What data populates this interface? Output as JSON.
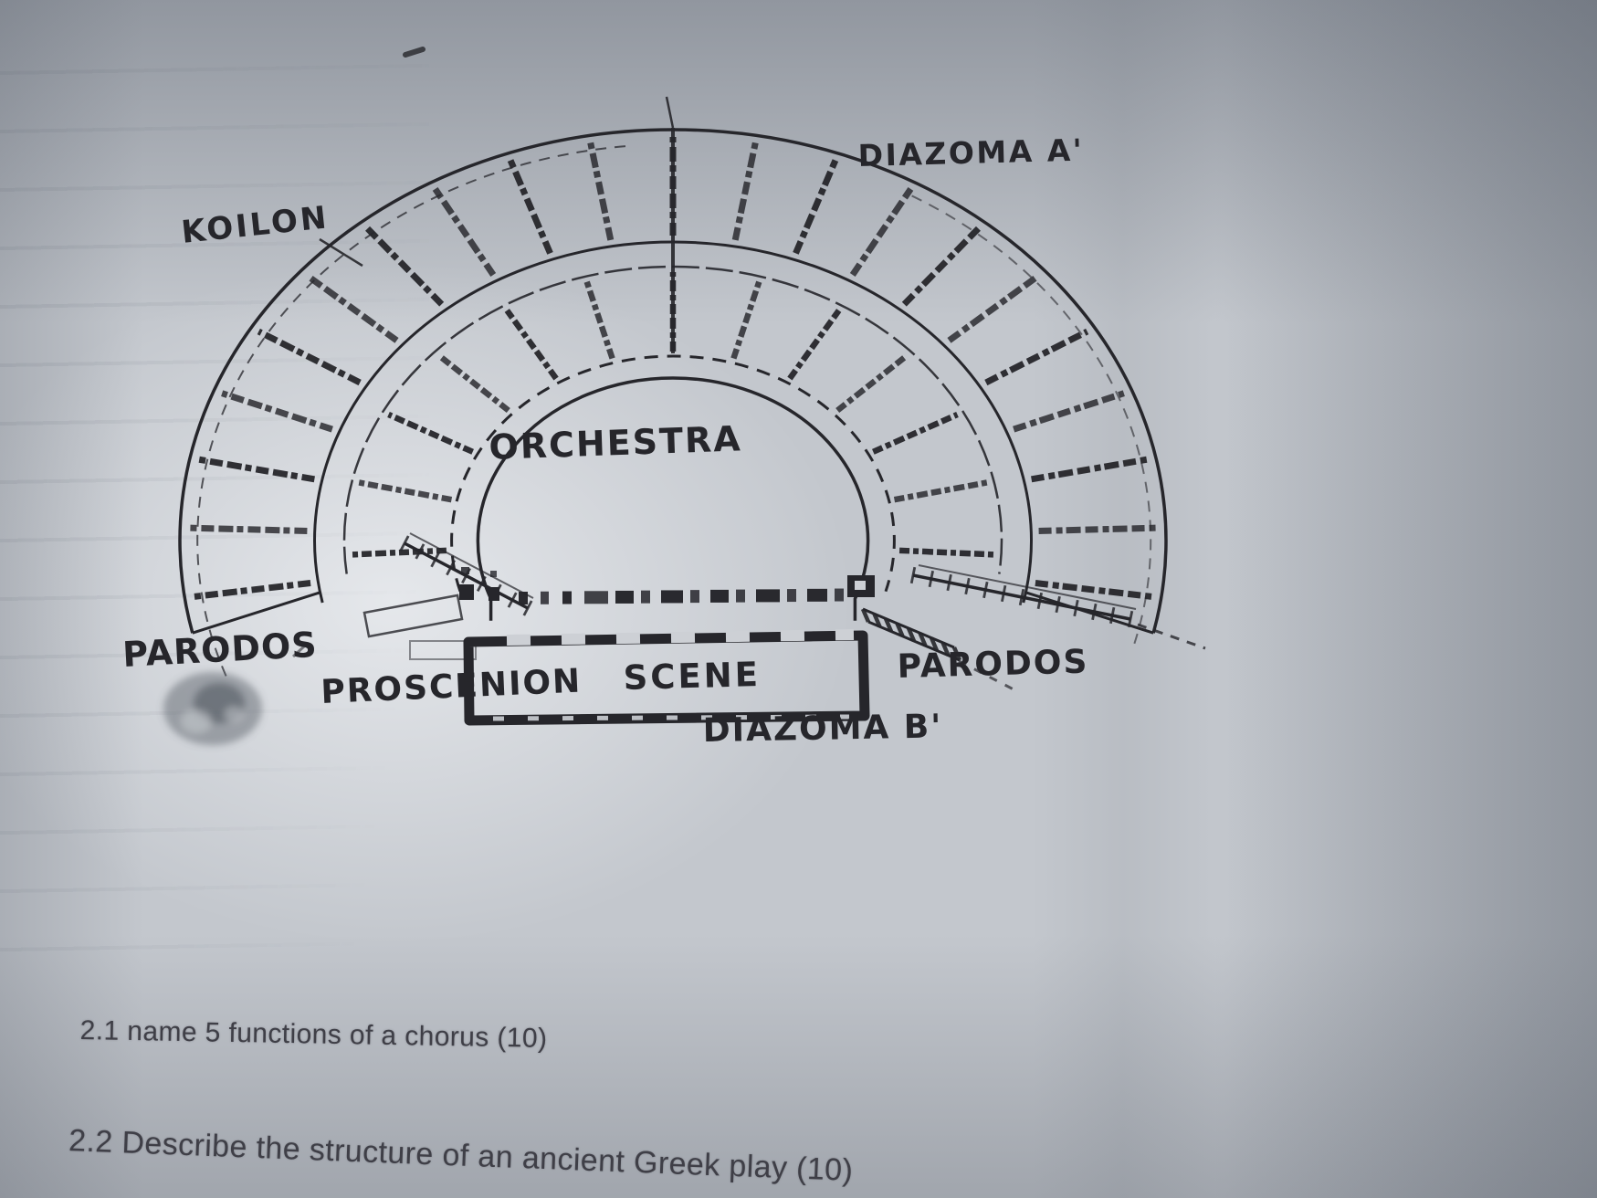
{
  "diagram": {
    "labels": {
      "diazoma_a": "DIAZOMA A'",
      "koilon": "KOILON",
      "orchestra": "ORCHESTRA",
      "parodos_left": "PARODOS",
      "proscenion": "PROSCENION",
      "scene": "SCENE",
      "parodos_right": "PARODOS",
      "diazoma_b": "DIAZOMA B'"
    }
  },
  "questions": {
    "q1": "2.1 name 5 functions of a chorus (10)",
    "q2": "2.2 Describe the structure of an ancient Greek play (10)"
  },
  "colors": {
    "ink": "#26262b",
    "paper": "#cdd0d5",
    "question_text": "#3f3f47"
  }
}
